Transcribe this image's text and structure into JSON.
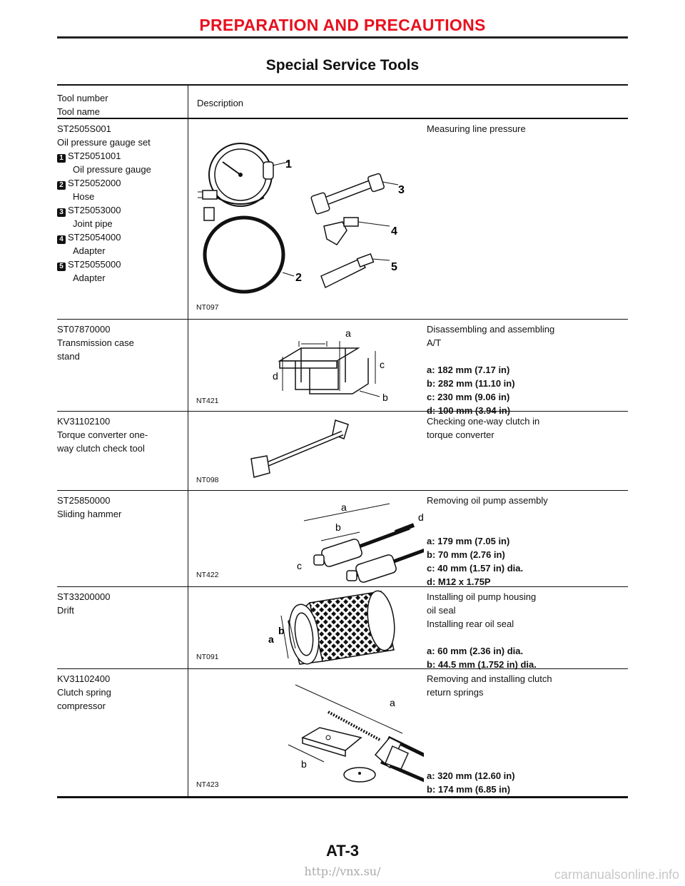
{
  "header": {
    "section_title": "PREPARATION AND PRECAUTIONS"
  },
  "page_title": "Special Service Tools",
  "table": {
    "head": {
      "tool_number": "Tool number",
      "tool_name": "Tool name",
      "description": "Description"
    },
    "rows": [
      {
        "number": "ST2505S001",
        "name": "Oil pressure gauge set",
        "parts": [
          {
            "n": "1",
            "number": "ST25051001",
            "name": "Oil pressure gauge"
          },
          {
            "n": "2",
            "number": "ST25052000",
            "name": "Hose"
          },
          {
            "n": "3",
            "number": "ST25053000",
            "name": "Joint pipe"
          },
          {
            "n": "4",
            "number": "ST25054000",
            "name": "Adapter"
          },
          {
            "n": "5",
            "number": "ST25055000",
            "name": "Adapter"
          }
        ],
        "figure_code": "NT097",
        "description": [
          "Measuring line pressure"
        ],
        "specs": []
      },
      {
        "number": "ST07870000",
        "name": "Transmission case stand",
        "figure_code": "NT421",
        "description": [
          "Disassembling and assembling",
          "A/T"
        ],
        "specs": [
          "a: 182 mm (7.17 in)",
          "b: 282 mm (11.10 in)",
          "c: 230 mm (9.06 in)",
          "d: 100 mm (3.94 in)"
        ]
      },
      {
        "number": "KV31102100",
        "name": "Torque converter one-way clutch check tool",
        "figure_code": "NT098",
        "description": [
          "Checking one-way clutch in",
          "torque converter"
        ],
        "specs": []
      },
      {
        "number": "ST25850000",
        "name": "Sliding hammer",
        "figure_code": "NT422",
        "description": [
          "Removing oil pump assembly"
        ],
        "specs": [
          "a: 179 mm (7.05 in)",
          "b: 70 mm (2.76 in)",
          "c: 40 mm (1.57 in) dia.",
          "d: M12 x 1.75P"
        ]
      },
      {
        "number": "ST33200000",
        "name": "Drift",
        "figure_code": "NT091",
        "description": [
          "Installing oil pump housing",
          "oil seal",
          "Installing rear oil seal"
        ],
        "specs": [
          "a: 60 mm (2.36 in) dia.",
          "b: 44.5 mm (1.752 in) dia."
        ]
      },
      {
        "number": "KV31102400",
        "name": "Clutch spring compressor",
        "figure_code": "NT423",
        "description": [
          "Removing and installing clutch",
          "return springs"
        ],
        "specs": [
          "a: 320 mm (12.60 in)",
          "b: 174 mm (6.85 in)"
        ]
      }
    ]
  },
  "figure_labels": {
    "a": "a",
    "b": "b",
    "c": "c",
    "d": "d",
    "n1": "1",
    "n2": "2",
    "n3": "3",
    "n4": "4",
    "n5": "5"
  },
  "footer": {
    "page_number": "AT-3",
    "url": "http://vnx.su/"
  },
  "watermark": "carmanualsonline.info"
}
